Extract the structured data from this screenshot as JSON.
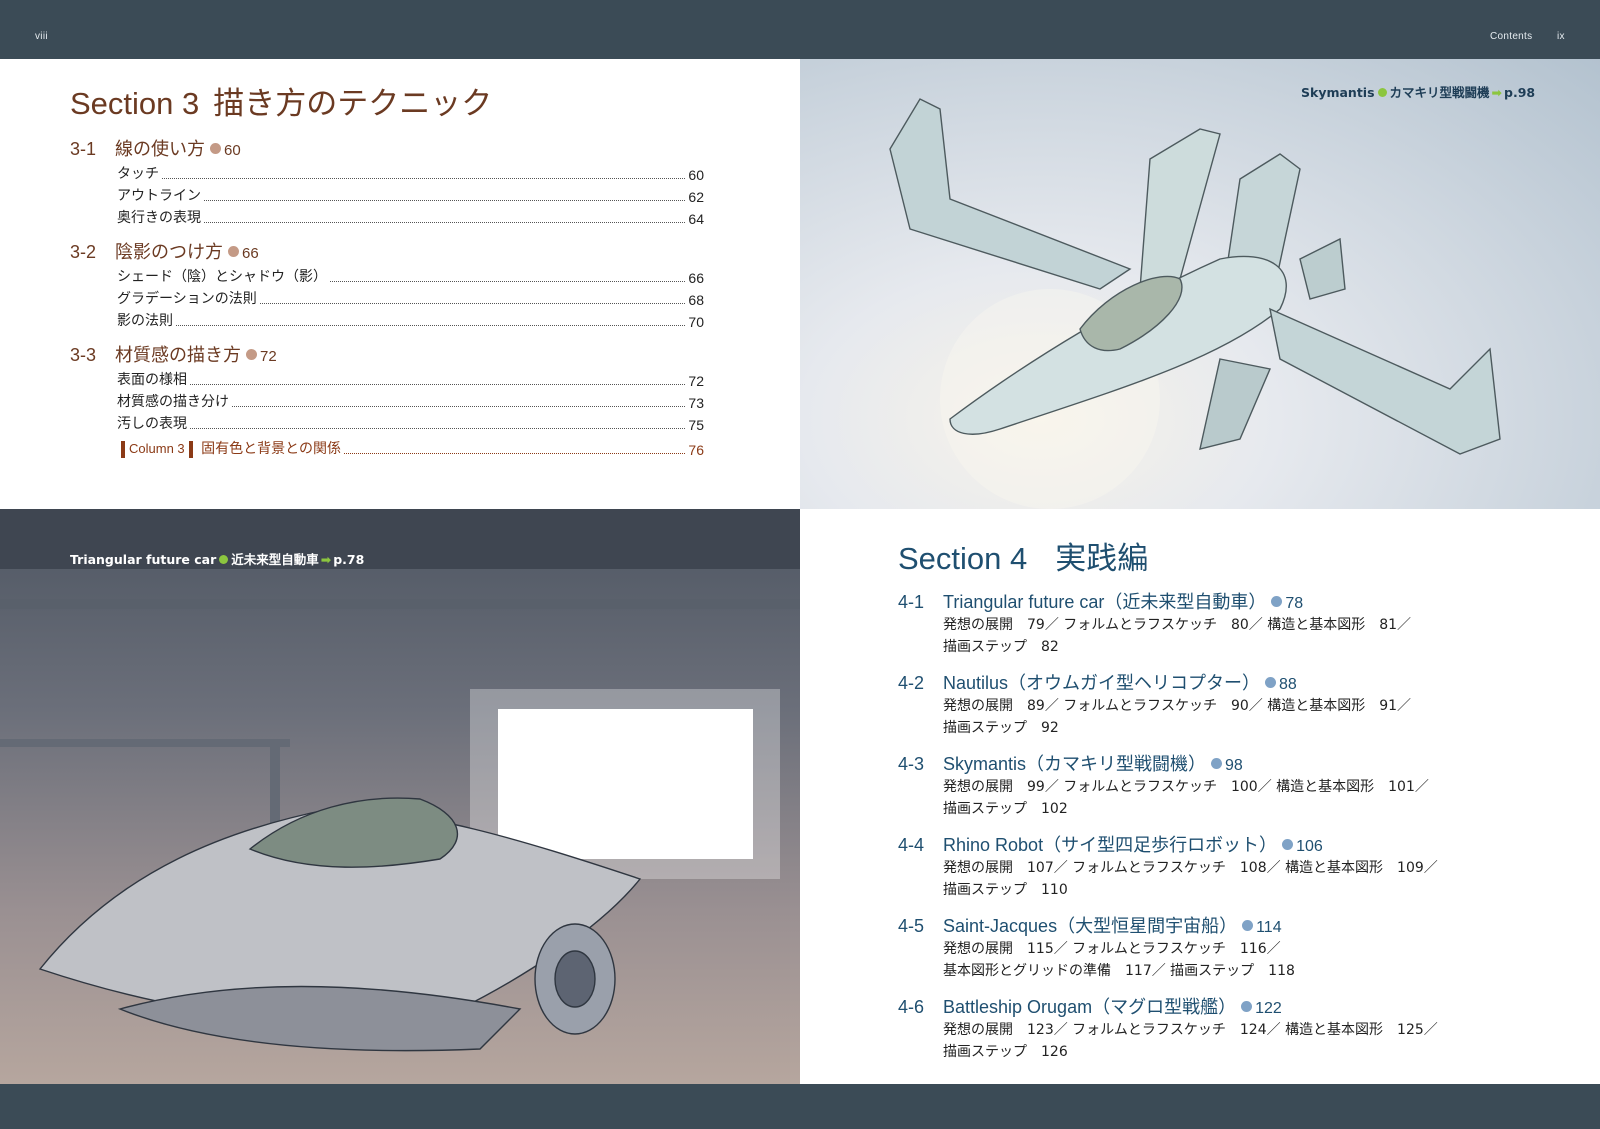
{
  "header": {
    "left_folio": "viii",
    "right_label": "Contents",
    "right_folio": "ix"
  },
  "section3": {
    "label": "Section 3",
    "title": "描き方のテクニック",
    "chapters": [
      {
        "num": "3-1",
        "title": "線の使い方",
        "page": "60",
        "items": [
          {
            "title": "タッチ",
            "page": "60"
          },
          {
            "title": "アウトライン",
            "page": "62"
          },
          {
            "title": "奥行きの表現",
            "page": "64"
          }
        ]
      },
      {
        "num": "3-2",
        "title": "陰影のつけ方",
        "page": "66",
        "items": [
          {
            "title": "シェード（陰）とシャドウ（影）",
            "page": "66"
          },
          {
            "title": "グラデーションの法則",
            "page": "68"
          },
          {
            "title": "影の法則",
            "page": "70"
          }
        ]
      },
      {
        "num": "3-3",
        "title": "材質感の描き方",
        "page": "72",
        "items": [
          {
            "title": "表面の様相",
            "page": "72"
          },
          {
            "title": "材質感の描き分け",
            "page": "73"
          },
          {
            "title": "汚しの表現",
            "page": "75"
          }
        ]
      }
    ],
    "column": {
      "label": "Column 3",
      "title": "固有色と背景との関係",
      "page": "76"
    }
  },
  "captions": {
    "jet": {
      "en": "Skymantis",
      "jp": "カマキリ型戦闘機",
      "page": "p.98"
    },
    "car": {
      "en": "Triangular future car",
      "jp": "近未来型自動車",
      "page": "p.78"
    }
  },
  "section4": {
    "label": "Section 4",
    "title": "実践編",
    "chapters": [
      {
        "num": "4-1",
        "title": "Triangular future car（近未来型自動車）",
        "page": "78",
        "line1": "発想の展開　79／ フォルムとラフスケッチ　80／ 構造と基本図形　81／",
        "line2": "描画ステップ　82"
      },
      {
        "num": "4-2",
        "title": "Nautilus（オウムガイ型ヘリコプター）",
        "page": "88",
        "line1": "発想の展開　89／ フォルムとラフスケッチ　90／ 構造と基本図形　91／",
        "line2": "描画ステップ　92"
      },
      {
        "num": "4-3",
        "title": "Skymantis（カマキリ型戦闘機）",
        "page": "98",
        "line1": "発想の展開　99／ フォルムとラフスケッチ　100／ 構造と基本図形　101／",
        "line2": "描画ステップ　102"
      },
      {
        "num": "4-4",
        "title": "Rhino Robot（サイ型四足歩行ロボット）",
        "page": "106",
        "line1": "発想の展開　107／ フォルムとラフスケッチ　108／ 構造と基本図形　109／",
        "line2": "描画ステップ　110"
      },
      {
        "num": "4-5",
        "title": "Saint-Jacques（大型恒星間宇宙船）",
        "page": "114",
        "line1": "発想の展開　115／ フォルムとラフスケッチ　116／",
        "line2": "基本図形とグリッドの準備　117／ 描画ステップ　118"
      },
      {
        "num": "4-6",
        "title": "Battleship Orugam（マグロ型戦艦）",
        "page": "122",
        "line1": "発想の展開　123／ フォルムとラフスケッチ　124／ 構造と基本図形　125／",
        "line2": "描画ステップ　126"
      }
    ]
  }
}
